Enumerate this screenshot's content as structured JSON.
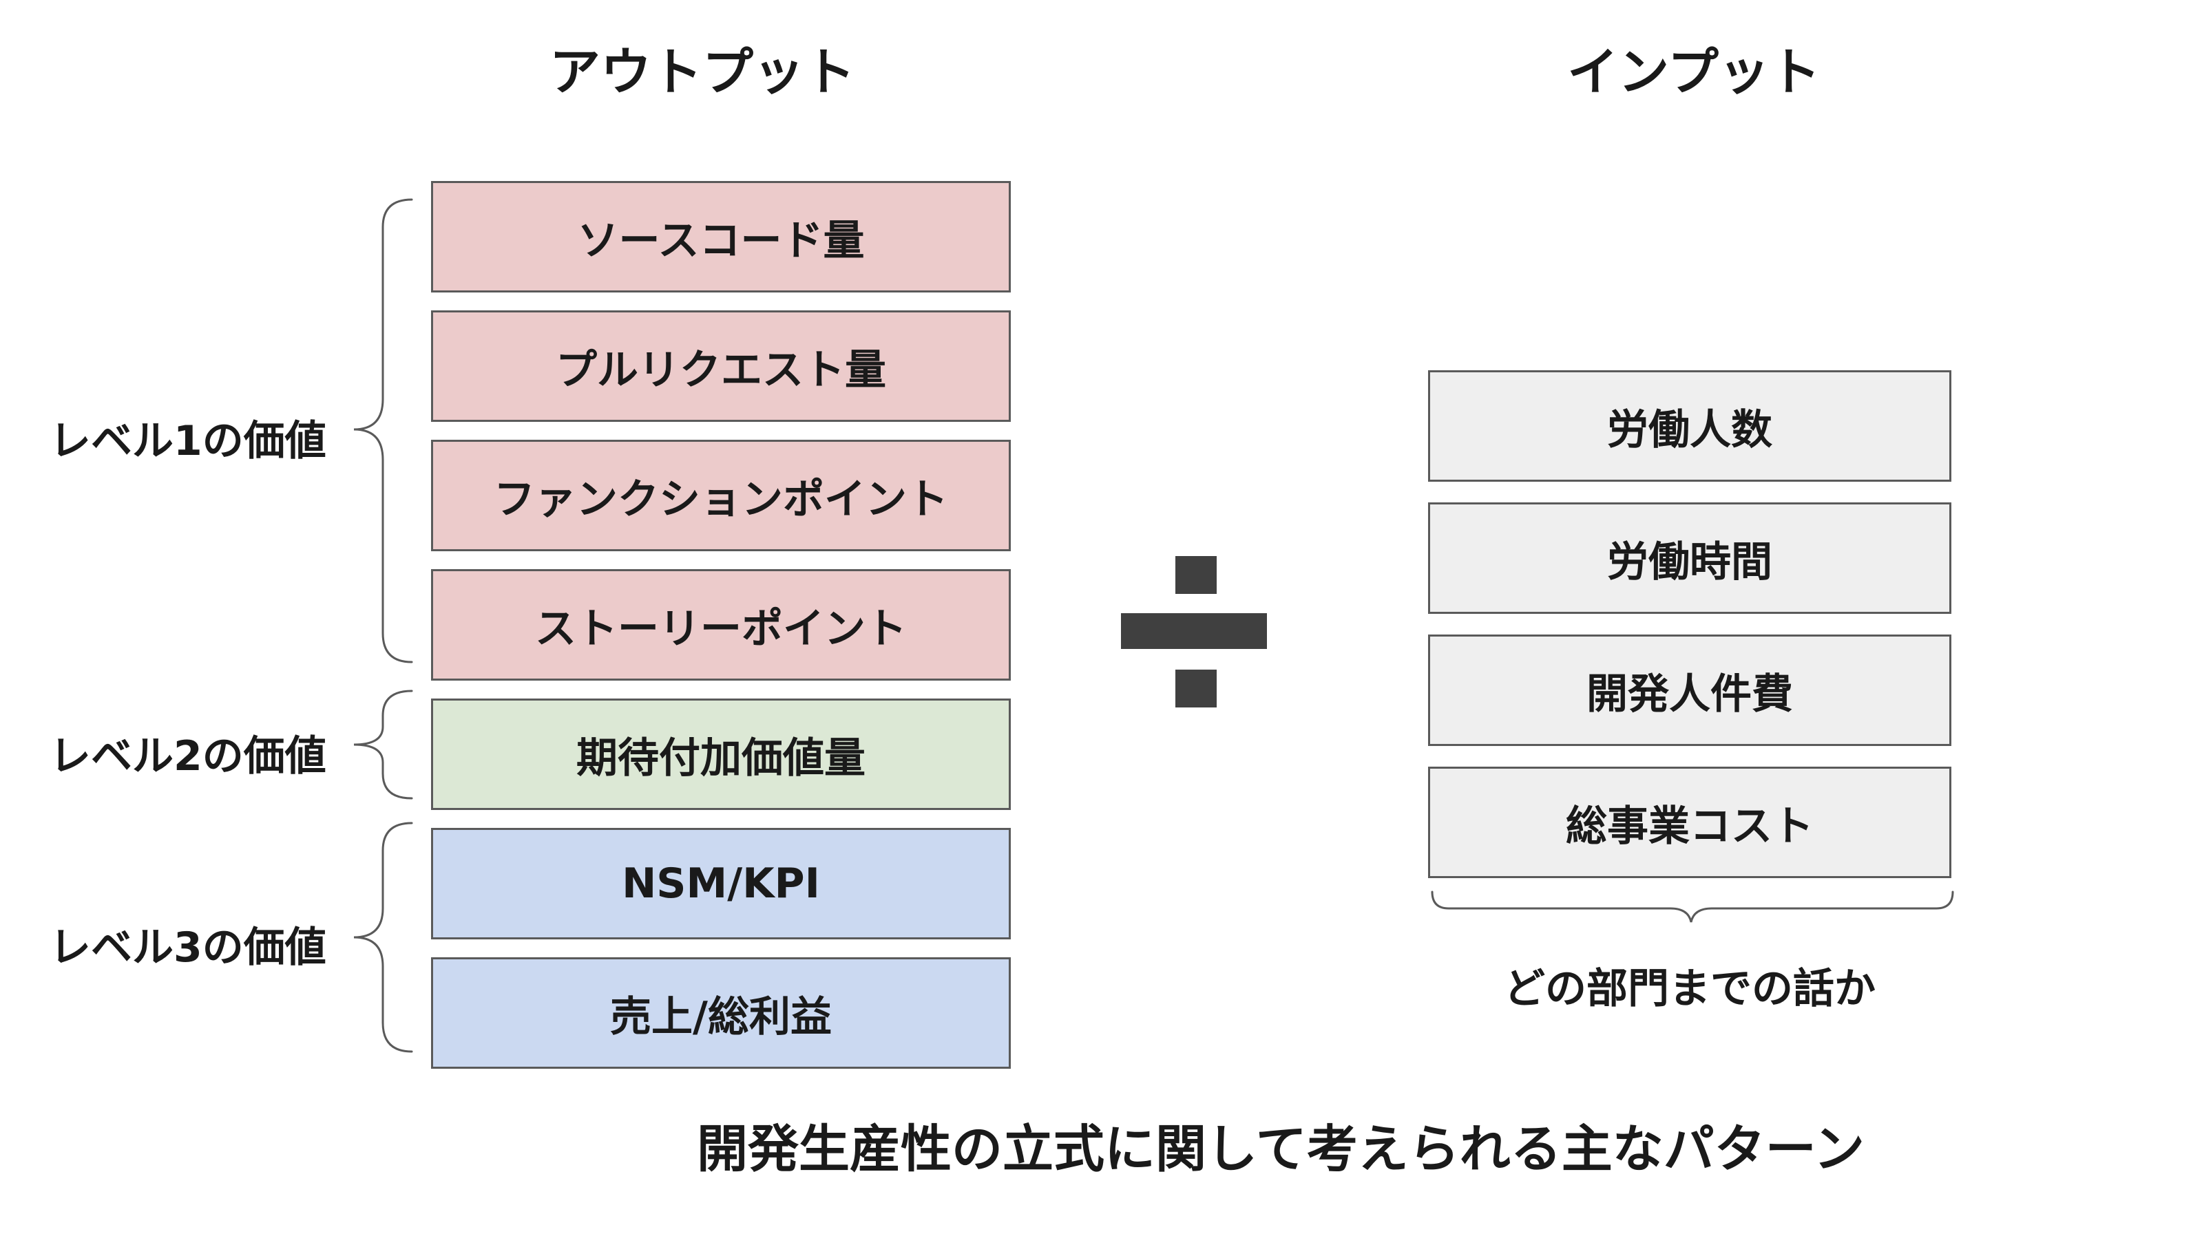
{
  "headings": {
    "output": "アウトプット",
    "input": "インプット"
  },
  "output_items": [
    {
      "label": "ソースコード量",
      "color": "#eccbcb"
    },
    {
      "label": "プルリクエスト量",
      "color": "#eccbcb"
    },
    {
      "label": "ファンクションポイント",
      "color": "#eccbcb"
    },
    {
      "label": "ストーリーポイント",
      "color": "#eccbcb"
    },
    {
      "label": "期待付加価値量",
      "color": "#dce8d5"
    },
    {
      "label": "NSM/KPI",
      "color": "#cbd9f1"
    },
    {
      "label": "売上/総利益",
      "color": "#cbd9f1"
    }
  ],
  "levels": [
    {
      "label": "レベル1の価値"
    },
    {
      "label": "レベル2の価値"
    },
    {
      "label": "レベル3の価値"
    }
  ],
  "input_items": [
    {
      "label": "労働人数",
      "color": "#efefef"
    },
    {
      "label": "労働時間",
      "color": "#efefef"
    },
    {
      "label": "開発人件費",
      "color": "#efefef"
    },
    {
      "label": "総事業コスト",
      "color": "#efefef"
    }
  ],
  "input_brace_label": "どの部門までの話か",
  "operator_icon": "division-sign-icon",
  "caption": "開発生産性の立式に関して考えられる主なパターン"
}
